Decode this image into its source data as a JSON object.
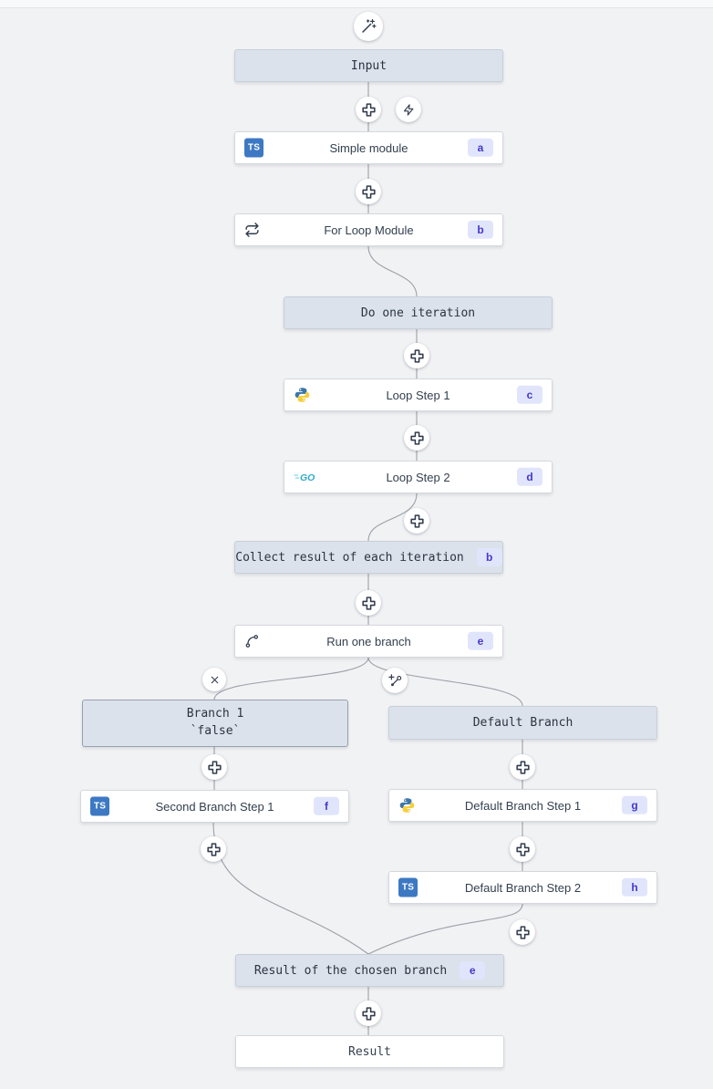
{
  "app": {
    "name": "flow-editor-canvas"
  },
  "colors": {
    "background": "#f1f2f4",
    "node_bg": "#ffffff",
    "node_border": "#d4d8de",
    "blue_node_bg": "#dbe2eb",
    "blue_node_border": "#c6cfda",
    "selected_border": "#97a1ae",
    "badge_bg": "#e1e5fb",
    "badge_text": "#4338ca",
    "ts_blue": "#3d79c3",
    "go_cyan": "#2fa8cc",
    "python_blue": "#3b77a8",
    "python_yellow": "#f6cf3f",
    "connector": "#9aa0a9",
    "icon_stroke": "#323c4d"
  },
  "icons": {
    "magic_wand": "wand-sparkles",
    "plus": "add-step",
    "zap": "trigger",
    "repeat": "for-loop",
    "branch": "branch-one",
    "close": "remove",
    "add_branch": "add-branch",
    "typescript": "TS",
    "python": "python-logo",
    "go": "GO"
  },
  "chips": {
    "ts": "TS",
    "go": "GO"
  },
  "nodes": {
    "input": {
      "label": "Input"
    },
    "simple_module": {
      "label": "Simple module",
      "badge": "a"
    },
    "for_loop_module": {
      "label": "For Loop Module",
      "badge": "b"
    },
    "do_one_iteration": {
      "label": "Do one iteration"
    },
    "loop_step_1": {
      "label": "Loop Step 1",
      "badge": "c"
    },
    "loop_step_2": {
      "label": "Loop Step 2",
      "badge": "d"
    },
    "collect_result": {
      "label": "Collect result of each iteration",
      "badge": "b"
    },
    "run_one_branch": {
      "label": "Run one branch",
      "badge": "e"
    },
    "branch_1": {
      "label": "Branch 1",
      "sublabel": "`false`"
    },
    "default_branch": {
      "label": "Default Branch"
    },
    "second_branch_step_1": {
      "label": "Second Branch Step 1",
      "badge": "f"
    },
    "default_branch_step_1": {
      "label": "Default Branch Step 1",
      "badge": "g"
    },
    "default_branch_step_2": {
      "label": "Default Branch Step 2",
      "badge": "h"
    },
    "result_of_chosen_branch": {
      "label": "Result of the chosen branch",
      "badge": "e"
    },
    "result": {
      "label": "Result"
    }
  }
}
